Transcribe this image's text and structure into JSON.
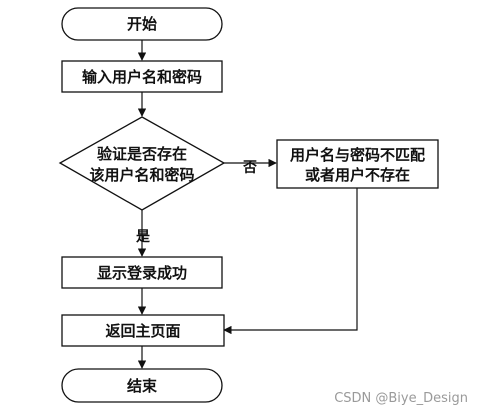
{
  "nodes": {
    "start": "开始",
    "input": "输入用户名和密码",
    "verify_line1": "验证是否存在",
    "verify_line2": "该用户名和密码",
    "mismatch_line1": "用户名与密码不匹配",
    "mismatch_line2": "或者用户不存在",
    "success": "显示登录成功",
    "home": "返回主页面",
    "end": "结束"
  },
  "edges": {
    "no": "否",
    "yes": "是"
  },
  "watermark": "CSDN @Biye_Design",
  "colors": {
    "stroke": "#111111",
    "fill": "#ffffff",
    "watermark": "#9a9a9a"
  }
}
